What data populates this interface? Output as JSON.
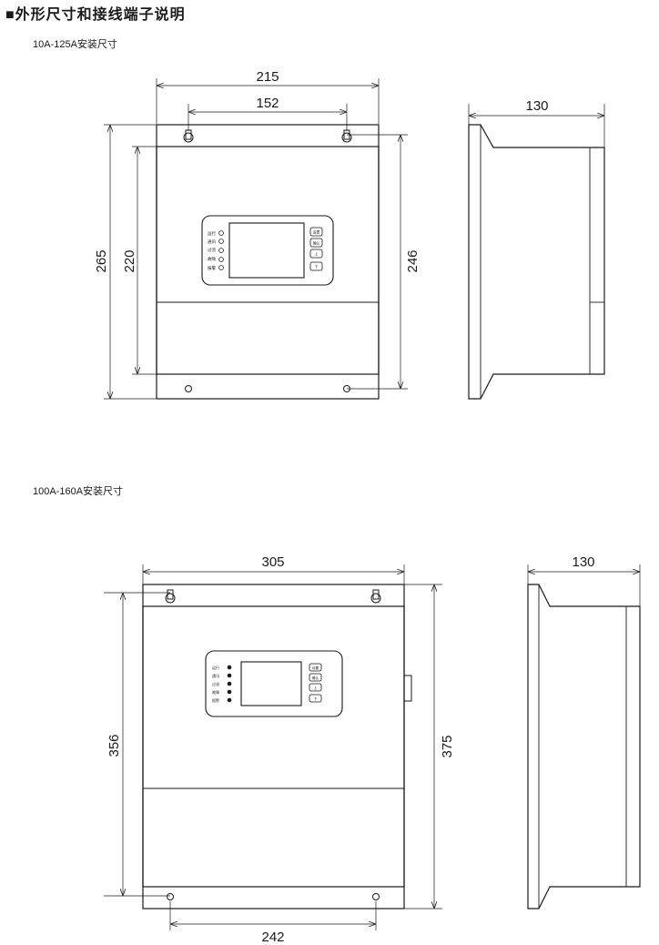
{
  "title": "■外形尺寸和接线端子说明",
  "section1": {
    "label": "10A-125A安装尺寸",
    "dims": {
      "width": "215",
      "hole_spacing": "152",
      "side_depth": "130",
      "total_height": "265",
      "mount_height": "220",
      "body_height": "246"
    }
  },
  "section2": {
    "label": "100A-160A安装尺寸",
    "dims": {
      "width": "305",
      "side_depth": "130",
      "mount_height": "356",
      "total_height": "375",
      "bottom_hole_spacing": "242"
    }
  },
  "panel_leds": [
    "运行",
    "通讯",
    "过流",
    "故障",
    "报警"
  ],
  "panel_keys": [
    "设置",
    "确认",
    "上",
    "下"
  ]
}
